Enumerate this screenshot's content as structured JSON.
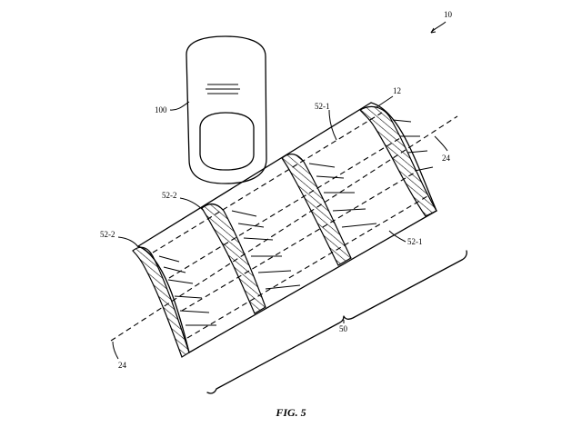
{
  "figure": {
    "caption": "FIG. 5",
    "refs": {
      "device": "10",
      "finger": "100",
      "body": "12",
      "band_top": "52-1",
      "band_right": "52-1",
      "band_mid": "52-2",
      "band_end": "52-2",
      "axis_top": "24",
      "axis_bottom": "24",
      "length": "50"
    }
  }
}
